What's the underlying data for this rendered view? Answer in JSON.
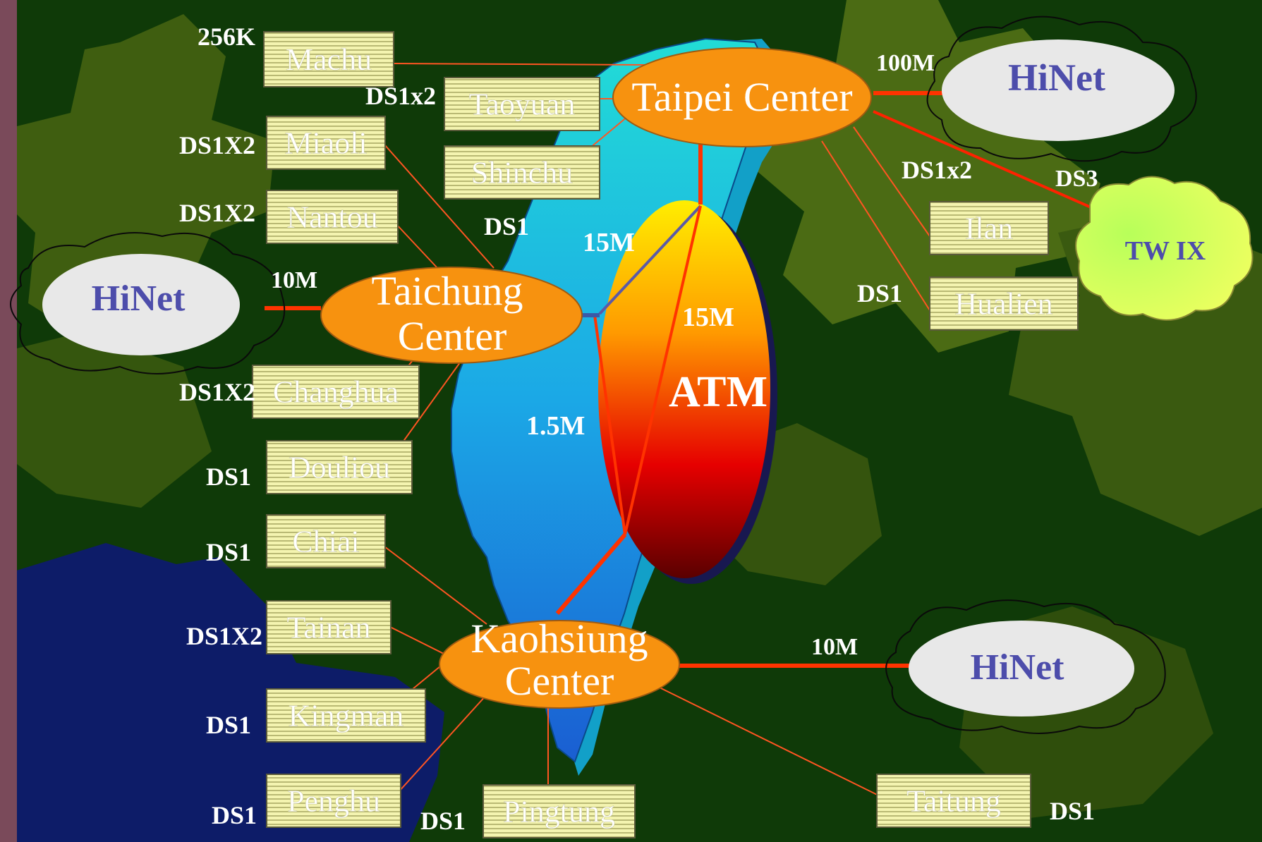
{
  "colors": {
    "background": "#0f3a08",
    "gear": "#4a6a12",
    "gear_dark": "#2a4a0a",
    "blue_gear": "#0e1e6a",
    "island_top": "#22dcd6",
    "island_bottom": "#1a5ed2",
    "center_fill": "#f7920f",
    "site_fill": "#f2f2a8",
    "site_stripe": "#b8b870",
    "site_text": "#ffffff",
    "link_thin": "#ff5522",
    "link_thick": "#ff3300",
    "hinet_text": "#4d4dab",
    "twix_fill": "#c6ff55",
    "label_text": "#ffffff"
  },
  "centers": {
    "taipei": "Taipei Center",
    "taichung_line1": "Taichung",
    "taichung_line2": "Center",
    "kaohsiung_line1": "Kaohsiung",
    "kaohsiung_line2": "Center"
  },
  "atm": {
    "label": "ATM",
    "links": [
      "15M",
      "15M",
      "1.5M"
    ]
  },
  "clouds": {
    "hinet_north": "HiNet",
    "hinet_west": "HiNet",
    "hinet_south": "HiNet",
    "twix": "TW IX"
  },
  "sites": [
    {
      "name": "Machu",
      "speed": "256K"
    },
    {
      "name": "Taoyuan",
      "speed": "DS1x2"
    },
    {
      "name": "Shinchu",
      "speed": "DS1"
    },
    {
      "name": "Miaoli",
      "speed": "DS1X2"
    },
    {
      "name": "Nantou",
      "speed": "DS1X2"
    },
    {
      "name": "Changhua",
      "speed": "DS1X2"
    },
    {
      "name": "Douliou",
      "speed": "DS1"
    },
    {
      "name": "Chiai",
      "speed": "DS1"
    },
    {
      "name": "Tainan",
      "speed": "DS1X2"
    },
    {
      "name": "Kingman",
      "speed": "DS1"
    },
    {
      "name": "Penghu",
      "speed": "DS1"
    },
    {
      "name": "Pingtung",
      "speed": "DS1"
    },
    {
      "name": "Taitung",
      "speed": "DS1"
    },
    {
      "name": "Ilan",
      "speed": "DS1x2"
    },
    {
      "name": "Hualien",
      "speed": "DS1"
    }
  ],
  "uplinks": {
    "taipei_hinet": "100M",
    "taipei_twix": "DS3",
    "taichung_hinet": "10M",
    "kaohsiung_hinet": "10M"
  }
}
